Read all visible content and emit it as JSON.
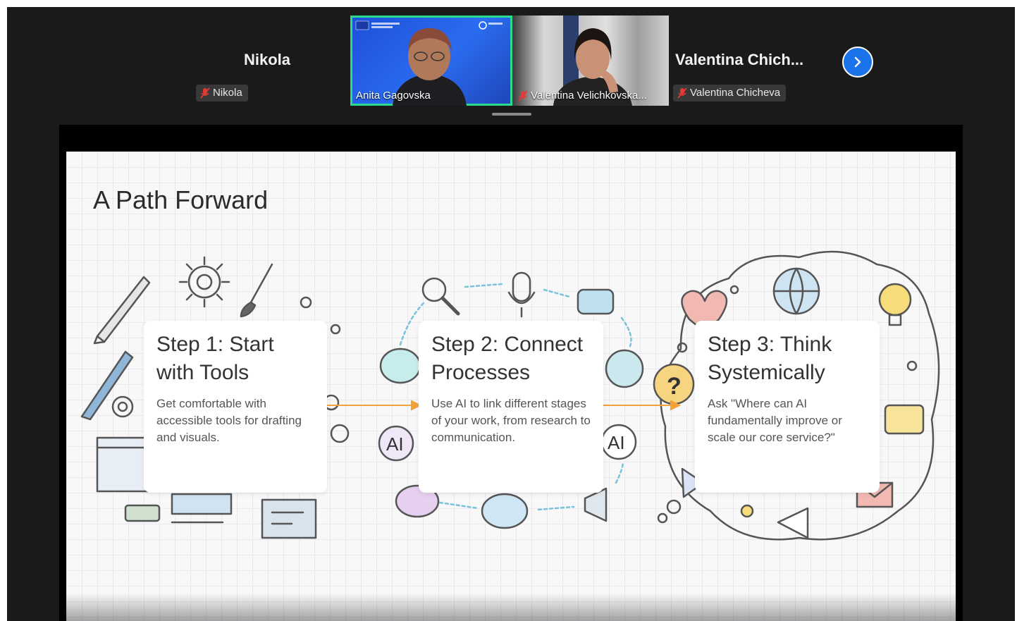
{
  "participants": {
    "left_tile": {
      "display_name": "Nikola",
      "tag_name": "Nikola"
    },
    "video_1": {
      "tag_name": "Anita Gagovska"
    },
    "video_2": {
      "tag_name": "Valentina Velichkovska..."
    },
    "right_tile": {
      "display_name": "Valentina  Chich...",
      "tag_name": "Valentina Chicheva"
    }
  },
  "icons": {
    "muted": "mic-off-icon",
    "next": "chevron-right-icon"
  },
  "colors": {
    "active_speaker_border": "#2bd98f",
    "next_button": "#1a73e8",
    "arrow": "#f4a13a"
  },
  "slide": {
    "title": "A Path Forward",
    "steps": [
      {
        "title": "Step 1: Start with Tools",
        "body": "Get comfortable with accessible tools for drafting and visuals."
      },
      {
        "title": "Step 2: Connect Processes",
        "body": "Use AI to link different stages of your work, from research to communication."
      },
      {
        "title": "Step 3: Think Systemically",
        "body": "Ask \"Where can AI fundamentally improve or scale our core service?\""
      }
    ],
    "ai_badge": "AI"
  }
}
